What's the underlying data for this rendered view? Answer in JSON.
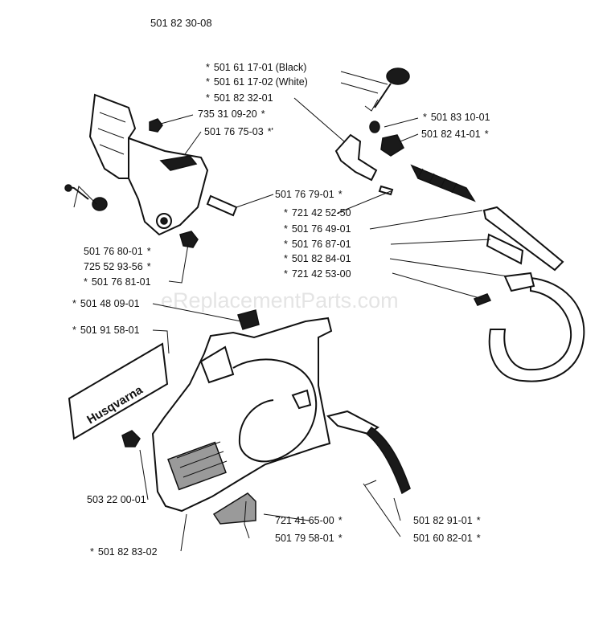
{
  "diagram": {
    "title": "501 82 30-08",
    "watermark": "eReplacementParts.com",
    "brand_logo": "Husqvarna",
    "parts": [
      {
        "id": "p01",
        "number": "501 61 17-01",
        "note": "(Black)",
        "prefix": "*",
        "suffix": ""
      },
      {
        "id": "p02",
        "number": "501 61 17-02",
        "note": "(White)",
        "prefix": "*",
        "suffix": ""
      },
      {
        "id": "p03",
        "number": "501 82 32-01",
        "note": "",
        "prefix": "*",
        "suffix": ""
      },
      {
        "id": "p04",
        "number": "501 83 10-01",
        "note": "",
        "prefix": "*",
        "suffix": ""
      },
      {
        "id": "p05",
        "number": "735 31 09-20",
        "note": "",
        "prefix": "",
        "suffix": "*"
      },
      {
        "id": "p06",
        "number": "501 82 41-01",
        "note": "",
        "prefix": "",
        "suffix": "*"
      },
      {
        "id": "p07",
        "number": "501 76 75-03",
        "note": "",
        "prefix": "",
        "suffix": "*'"
      },
      {
        "id": "p08",
        "number": "501 76 79-01",
        "note": "",
        "prefix": "",
        "suffix": "*"
      },
      {
        "id": "p09",
        "number": "721 42 52-50",
        "note": "",
        "prefix": "*",
        "suffix": ""
      },
      {
        "id": "p10",
        "number": "501 76 49-01",
        "note": "",
        "prefix": "*",
        "suffix": ""
      },
      {
        "id": "p11",
        "number": "501 76 87-01",
        "note": "",
        "prefix": "*",
        "suffix": ""
      },
      {
        "id": "p12",
        "number": "501 82 84-01",
        "note": "",
        "prefix": "*",
        "suffix": ""
      },
      {
        "id": "p13",
        "number": "721 42 53-00",
        "note": "",
        "prefix": "*",
        "suffix": ""
      },
      {
        "id": "p14",
        "number": "501 76 80-01",
        "note": "",
        "prefix": "",
        "suffix": "*"
      },
      {
        "id": "p15",
        "number": "725 52 93-56",
        "note": "",
        "prefix": "",
        "suffix": "*"
      },
      {
        "id": "p16",
        "number": "501 76 81-01",
        "note": "",
        "prefix": "*",
        "suffix": ""
      },
      {
        "id": "p17",
        "number": "501 48 09-01",
        "note": "",
        "prefix": "*",
        "suffix": ""
      },
      {
        "id": "p18",
        "number": "501 91 58-01",
        "note": "",
        "prefix": "*",
        "suffix": ""
      },
      {
        "id": "p19",
        "number": "503 22 00-01",
        "note": "",
        "prefix": "",
        "suffix": ""
      },
      {
        "id": "p20",
        "number": "721 41 65-00",
        "note": "",
        "prefix": "",
        "suffix": "*"
      },
      {
        "id": "p21",
        "number": "501 79 58-01",
        "note": "",
        "prefix": "",
        "suffix": "*"
      },
      {
        "id": "p22",
        "number": "501 82 91-01",
        "note": "",
        "prefix": "",
        "suffix": "*"
      },
      {
        "id": "p23",
        "number": "501 60 82-01",
        "note": "",
        "prefix": "",
        "suffix": "*"
      },
      {
        "id": "p24",
        "number": "501 82 83-02",
        "note": "",
        "prefix": "*",
        "suffix": ""
      }
    ]
  }
}
